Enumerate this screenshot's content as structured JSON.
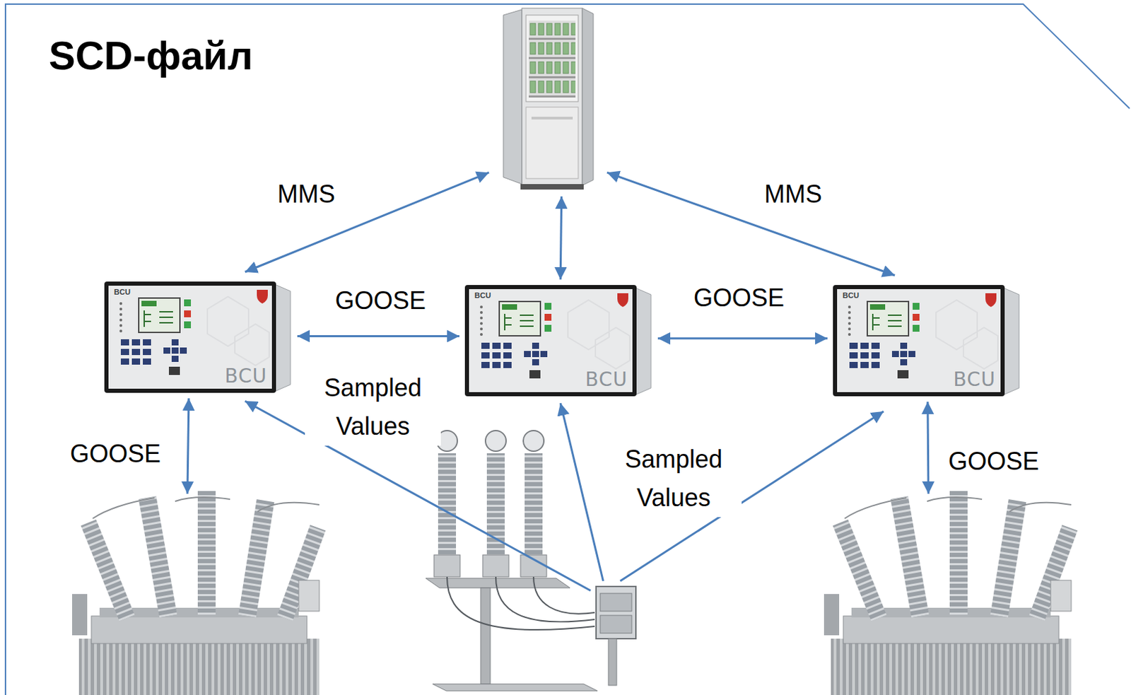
{
  "diagram": {
    "title": "SCD-файл",
    "nodes": [
      {
        "text": []
      },
      {
        "text": [
          "BCU",
          "BCU"
        ]
      },
      {
        "text": [
          "BCU",
          "BCU"
        ]
      },
      {
        "text": [
          "BCU",
          "BCU"
        ]
      },
      {
        "text": []
      },
      {
        "text": []
      },
      {
        "text": []
      }
    ],
    "edges": [
      {
        "from": 0,
        "to": 1,
        "label": "MMS",
        "arrow": "both"
      },
      {
        "from": 0,
        "to": 2,
        "arrow": "both"
      },
      {
        "from": 0,
        "to": 3,
        "label": "MMS",
        "arrow": "both"
      },
      {
        "from": 1,
        "to": 2,
        "label": "GOOSE",
        "arrow": "both"
      },
      {
        "from": 2,
        "to": 3,
        "label": "GOOSE",
        "arrow": "both"
      },
      {
        "from": 1,
        "to": 4,
        "label": "GOOSE",
        "arrow": "both"
      },
      {
        "from": 3,
        "to": 6,
        "label": "GOOSE",
        "arrow": "both"
      },
      {
        "from": 5,
        "to": 1,
        "label": "Sampled Values",
        "arrow": "to"
      },
      {
        "from": 5,
        "to": 2,
        "arrow": "to"
      },
      {
        "from": 5,
        "to": 3,
        "label": "Sampled Values",
        "arrow": "to"
      }
    ]
  }
}
